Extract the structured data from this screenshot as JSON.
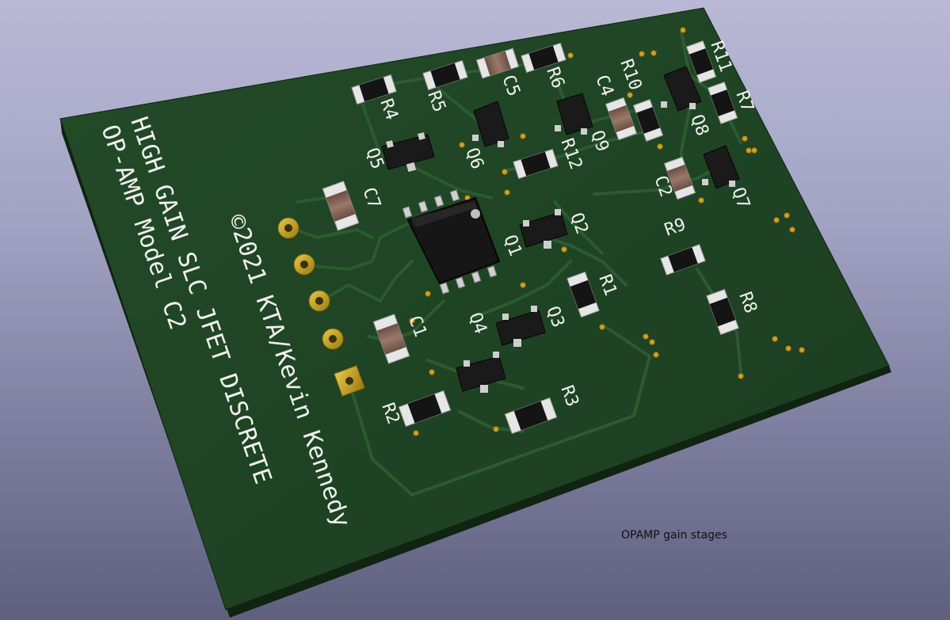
{
  "board": {
    "title_line1": "HIGH GAIN SLC JFET DISCRETE",
    "title_line2": "OP-AMP Model C2",
    "copyright": "©2021 KTA/Kevin Kennedy"
  },
  "components": {
    "resistors": [
      {
        "ref": "R1"
      },
      {
        "ref": "R2"
      },
      {
        "ref": "R3"
      },
      {
        "ref": "R4"
      },
      {
        "ref": "R5"
      },
      {
        "ref": "R6"
      },
      {
        "ref": "R7"
      },
      {
        "ref": "R8"
      },
      {
        "ref": "R9"
      },
      {
        "ref": "R10"
      },
      {
        "ref": "R11"
      },
      {
        "ref": "R12"
      }
    ],
    "capacitors": [
      {
        "ref": "C1"
      },
      {
        "ref": "C2"
      },
      {
        "ref": "C4"
      },
      {
        "ref": "C5"
      },
      {
        "ref": "C7"
      }
    ],
    "transistors": [
      {
        "ref": "Q1"
      },
      {
        "ref": "Q2"
      },
      {
        "ref": "Q3"
      },
      {
        "ref": "Q4"
      },
      {
        "ref": "Q5"
      },
      {
        "ref": "Q6"
      },
      {
        "ref": "Q7"
      },
      {
        "ref": "Q8"
      },
      {
        "ref": "Q9"
      }
    ]
  },
  "caption": "OPAMP gain stages",
  "colors": {
    "board": "#1f4424",
    "board_edge": "#122a15",
    "silkscreen": "#f2f2f2",
    "pad_gold": "#c9a227",
    "ic_body": "#1a1a1a"
  }
}
